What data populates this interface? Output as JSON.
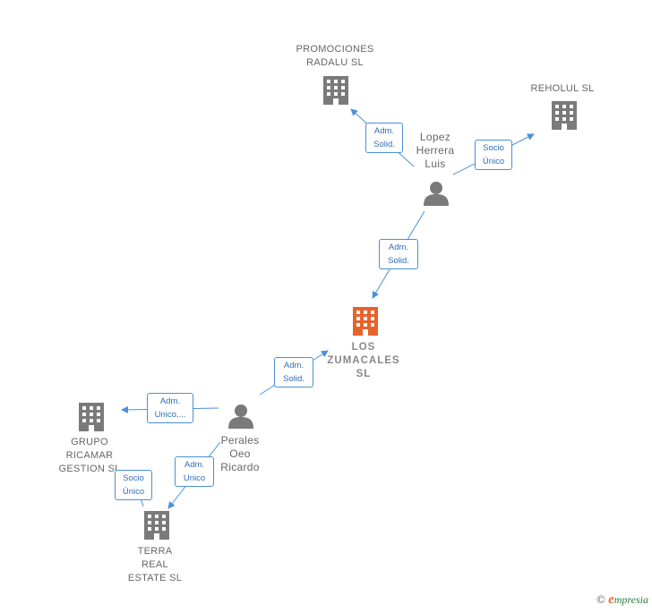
{
  "nodes": {
    "promociones": {
      "label": "PROMOCIONES\nRADALU SL",
      "type": "company"
    },
    "reholul": {
      "label": "REHOLUL SL",
      "type": "company"
    },
    "lopez": {
      "label": "Lopez\nHerrera\nLuis",
      "type": "person"
    },
    "los_zumacales": {
      "label": "LOS\nZUMACALES\nSL",
      "type": "company-focus"
    },
    "perales": {
      "label": "Perales\nOeo\nRicardo",
      "type": "person"
    },
    "grupo_ricamar": {
      "label": "GRUPO\nRICAMAR\nGESTION SL",
      "type": "company"
    },
    "terra": {
      "label": "TERRA\nREAL\nESTATE SL",
      "type": "company"
    }
  },
  "edges": {
    "lopez_promociones": "Adm.\nSolid.",
    "lopez_reholul": "Socio\nÚnico",
    "lopez_zumacales": "Adm.\nSolid.",
    "perales_zumacales": "Adm.\nSolid.",
    "perales_grupo": "Adm.\nUnico,...",
    "perales_terra": "Adm.\nUnico",
    "grupo_terra": "Socio\nÚnico"
  },
  "footer": {
    "copyright": "©",
    "brand_first": "e",
    "brand_rest": "mpresia"
  },
  "colors": {
    "company": "#7a7a7a",
    "focus": "#e8622c",
    "person": "#7a7a7a",
    "edge": "#4a90d9"
  }
}
